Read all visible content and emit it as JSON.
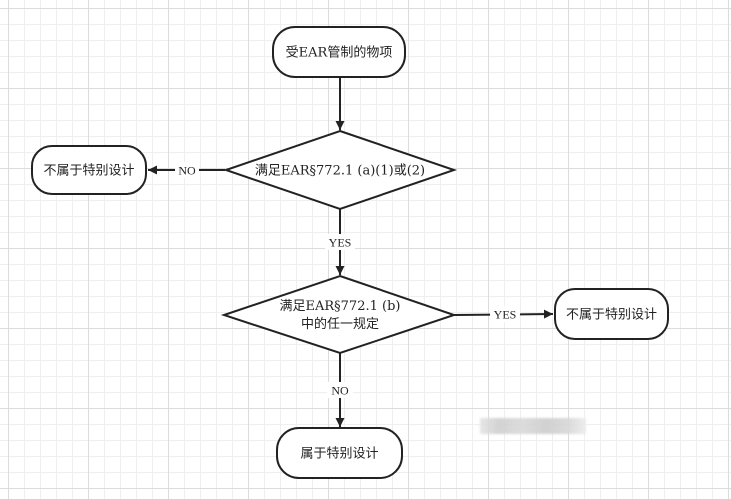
{
  "diagram": {
    "type": "flowchart",
    "background": "grid",
    "colors": {
      "stroke": "#222222",
      "fill": "#ffffff",
      "text": "#222222",
      "grid_minor": "#efefef",
      "grid_major": "#dcdcdc"
    },
    "nodes": {
      "start": {
        "shape": "terminator",
        "text": "受EAR管制的物项"
      },
      "decision1": {
        "shape": "decision",
        "lines": [
          "满足EAR§772.1 (a)(1)或(2)"
        ]
      },
      "result_left": {
        "shape": "terminator",
        "text": "不属于特别设计"
      },
      "decision2": {
        "shape": "decision",
        "lines": [
          "满足EAR§772.1 (b)",
          "中的任一规定"
        ]
      },
      "result_right": {
        "shape": "terminator",
        "text": "不属于特别设计"
      },
      "result_bottom": {
        "shape": "terminator",
        "text": "属于特别设计"
      }
    },
    "edges": [
      {
        "from": "start",
        "to": "decision1",
        "label": ""
      },
      {
        "from": "decision1",
        "to": "result_left",
        "label": "NO"
      },
      {
        "from": "decision1",
        "to": "decision2",
        "label": "YES"
      },
      {
        "from": "decision2",
        "to": "result_right",
        "label": "YES"
      },
      {
        "from": "decision2",
        "to": "result_bottom",
        "label": "NO"
      }
    ],
    "edge_labels": {
      "d1_no": "NO",
      "d1_yes": "YES",
      "d2_yes": "YES",
      "d2_no": "NO"
    }
  }
}
